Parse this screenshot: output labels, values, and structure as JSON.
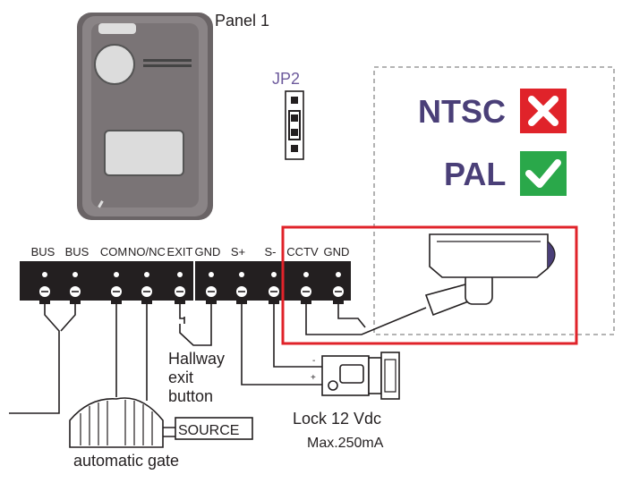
{
  "panel": {
    "label": "Panel 1"
  },
  "jumper": {
    "label": "JP2"
  },
  "terminals": {
    "left_block": [
      "BUS",
      "BUS",
      "COM",
      "NO/NC",
      "EXIT"
    ],
    "right_block": [
      "GND",
      "S+",
      "S-",
      "CCTV",
      "GND"
    ]
  },
  "video_standards": [
    {
      "name": "NTSC",
      "supported": false,
      "icon": "x-icon",
      "color": "#e0232a"
    },
    {
      "name": "PAL",
      "supported": true,
      "icon": "check-icon",
      "color": "#2aa84a"
    }
  ],
  "exit_button": {
    "label_lines": [
      "Hallway",
      "exit",
      "button"
    ]
  },
  "lock": {
    "title": "Lock 12 Vdc",
    "rating": "Max.250mA",
    "minus": "-",
    "plus": "+"
  },
  "gate": {
    "label": "automatic gate",
    "source": "SOURCE"
  },
  "colors": {
    "panel_body": "#6a6466",
    "highlight": "#e0232a",
    "standard_text": "#4a3f78",
    "accent_purple": "#6d5a9c"
  }
}
